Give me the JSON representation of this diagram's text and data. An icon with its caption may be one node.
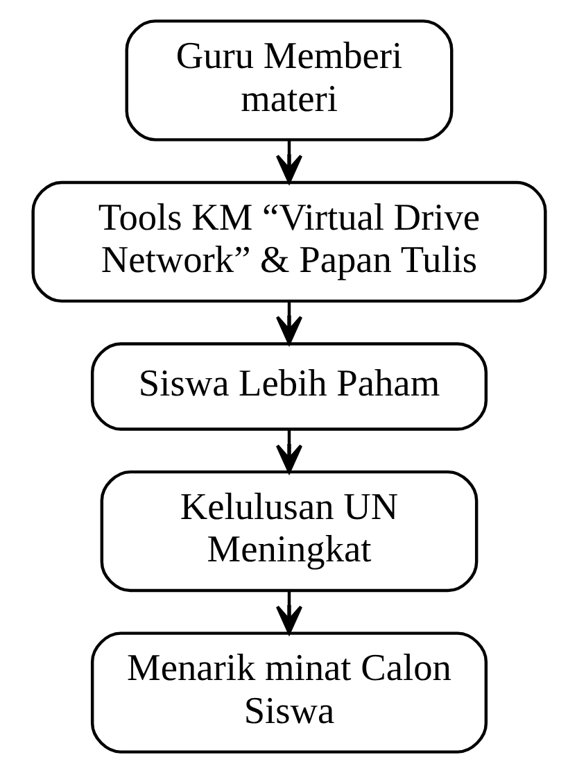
{
  "diagram": {
    "nodes": [
      {
        "text": [
          "Guru Memberi materi"
        ]
      },
      {
        "text": [
          "Tools KM “Virtual Drive Network” & Papan Tulis"
        ]
      },
      {
        "text": [
          "Siswa Lebih Paham"
        ]
      },
      {
        "text": [
          "Kelulusan UN Meningkat"
        ]
      },
      {
        "text": [
          "Menarik minat Calon Siswa"
        ]
      }
    ],
    "edges": [
      {
        "from": 0,
        "to": 1,
        "arrow": "to"
      },
      {
        "from": 1,
        "to": 2,
        "arrow": "to"
      },
      {
        "from": 2,
        "to": 3,
        "arrow": "to"
      },
      {
        "from": 3,
        "to": 4,
        "arrow": "to"
      }
    ]
  }
}
